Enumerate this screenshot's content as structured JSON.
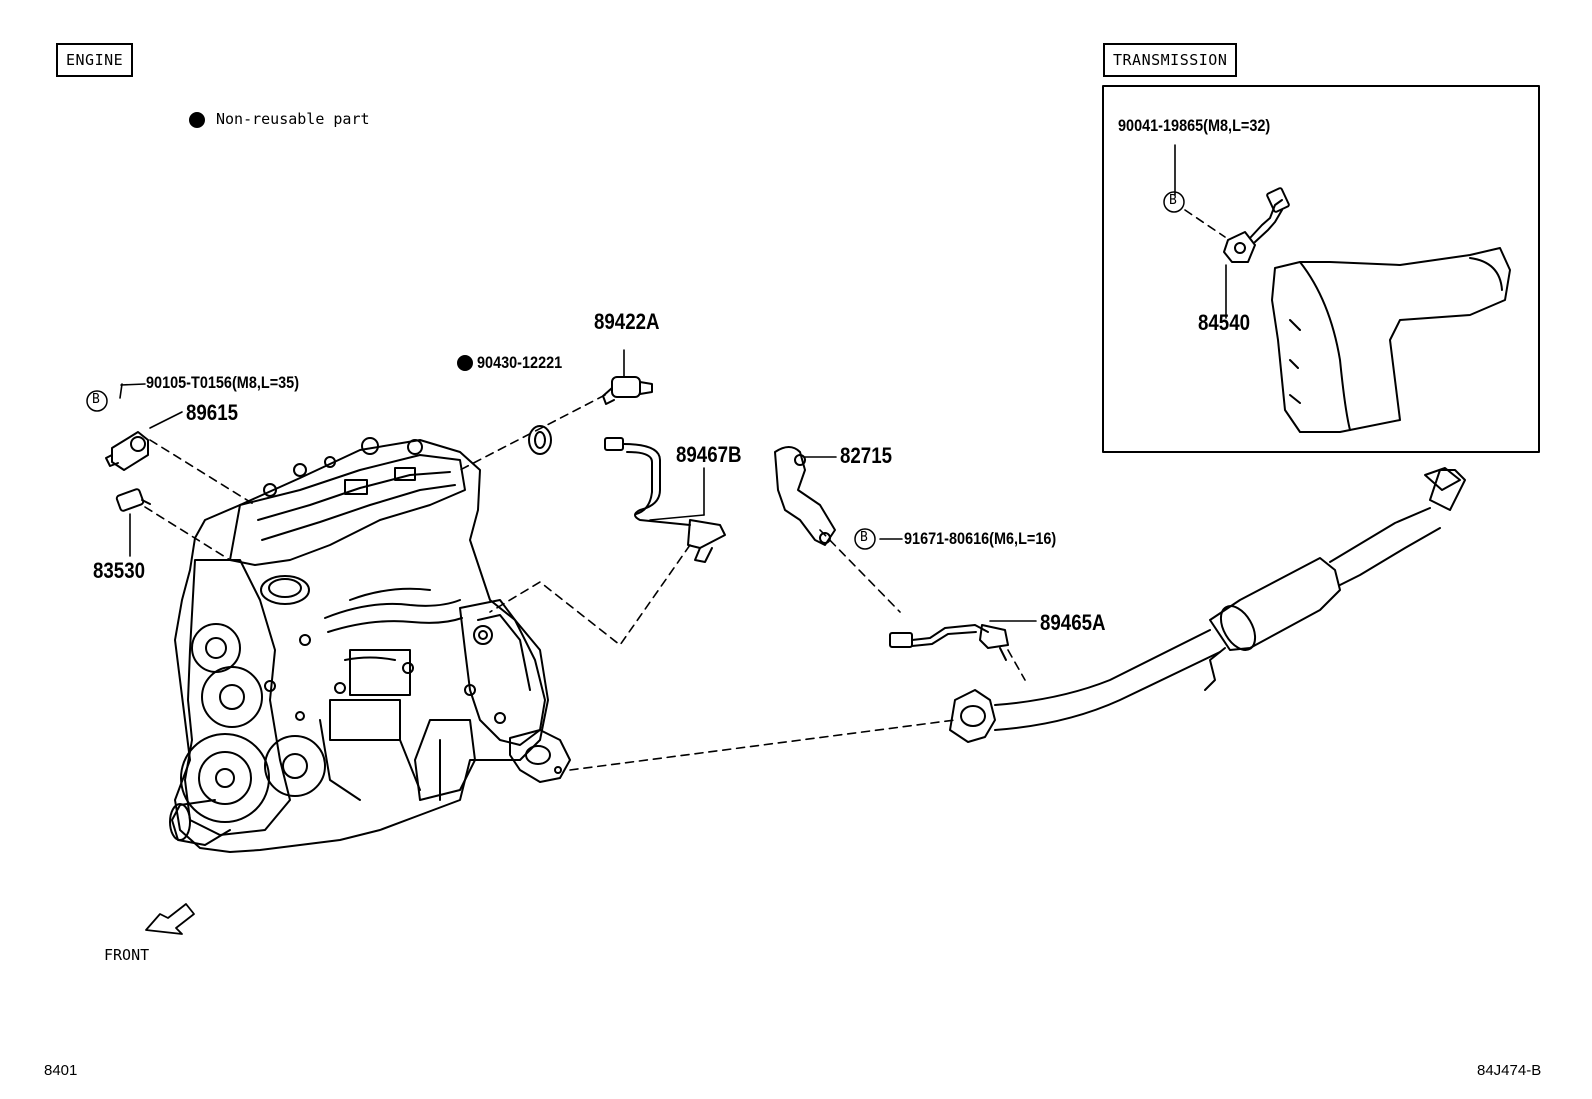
{
  "sections": {
    "engine_label": "ENGINE",
    "transmission_label": "TRANSMISSION"
  },
  "legend": {
    "text": "Non-reusable part"
  },
  "parts": {
    "p89422a": "89422A",
    "p90430": "90430-12221",
    "p90105": "90105-T0156(M8,L=35)",
    "p89615": "89615",
    "p83530": "83530",
    "p89467b": "89467B",
    "p82715": "82715",
    "p91671": "91671-80616(M6,L=16)",
    "p89465a": "89465A",
    "p90041": "90041-19865(M8,L=32)",
    "p84540": "84540"
  },
  "bolt_marker": "B",
  "front_label": "FRONT",
  "footer": {
    "left": "8401",
    "right": "84J474-B"
  }
}
